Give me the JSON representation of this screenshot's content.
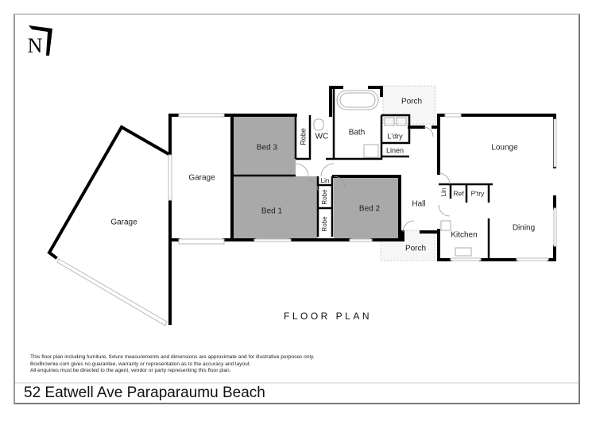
{
  "logo": {
    "letter": "N",
    "icon": "north-arrow-icon"
  },
  "rooms": {
    "garage_main": "Garage",
    "garage_side": "Garage",
    "bed3": "Bed 3",
    "bed1": "Bed 1",
    "bed2": "Bed 2",
    "robe_bed3": "Robe",
    "wc": "WC",
    "bath": "Bath",
    "porch_top": "Porch",
    "laundry": "L'dry",
    "linen": "Linen",
    "lin_hall": "Lin",
    "robe_bed2": "Robe",
    "robe_bed1": "Robe",
    "hall": "Hall",
    "porch_bottom": "Porch",
    "lounge": "Lounge",
    "lin_kitchen": "Lin",
    "ref": "Ref",
    "pantry": "P'try",
    "kitchen": "Kitchen",
    "dining": "Dining"
  },
  "colors": {
    "bedroom_fill": "#a9a9a9",
    "wall": "#000000"
  },
  "floor_plan_title": "FLOOR PLAN",
  "disclaimer": [
    "This floor plan including furniture, fixture measurements and dimensions are approximate and for illustrative purposes only.",
    "BoxBrownie.com gives no guarantee, warranty or representation as to the accuracy and layout.",
    "All enquiries must be directed to the agent, vendor or party representing this floor plan."
  ],
  "address": "52 Eatwell Ave Paraparaumu Beach"
}
